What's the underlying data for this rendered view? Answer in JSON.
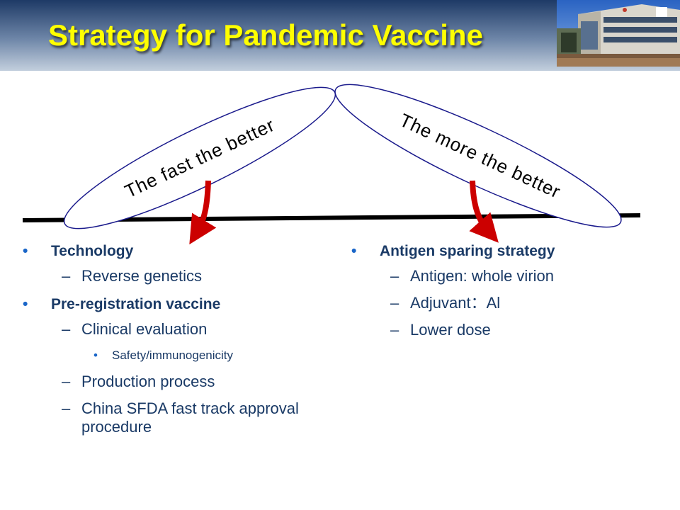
{
  "slide": {
    "title": "Strategy for Pandemic Vaccine"
  },
  "diagram": {
    "left_label": "The fast the better",
    "right_label": "The more the better",
    "ellipse_color": "#1a1a8c",
    "arrow_color": "#cc0000"
  },
  "left_list": {
    "items": [
      {
        "text": "Technology"
      },
      {
        "text": "Reverse genetics"
      },
      {
        "text": "Pre-registration vaccine"
      },
      {
        "text": "Clinical evaluation"
      },
      {
        "text": "Safety/immunogenicity"
      },
      {
        "text": "Production process"
      },
      {
        "text": "China SFDA fast track approval procedure"
      }
    ]
  },
  "right_list": {
    "items": [
      {
        "text": "Antigen sparing strategy"
      },
      {
        "text": "Antigen: whole virion"
      },
      {
        "text": "Adjuvant：Al"
      },
      {
        "text": "Lower dose"
      }
    ]
  },
  "colors": {
    "title": "#ffff00",
    "text": "#1a3a66",
    "bullet": "#1a66c8"
  }
}
